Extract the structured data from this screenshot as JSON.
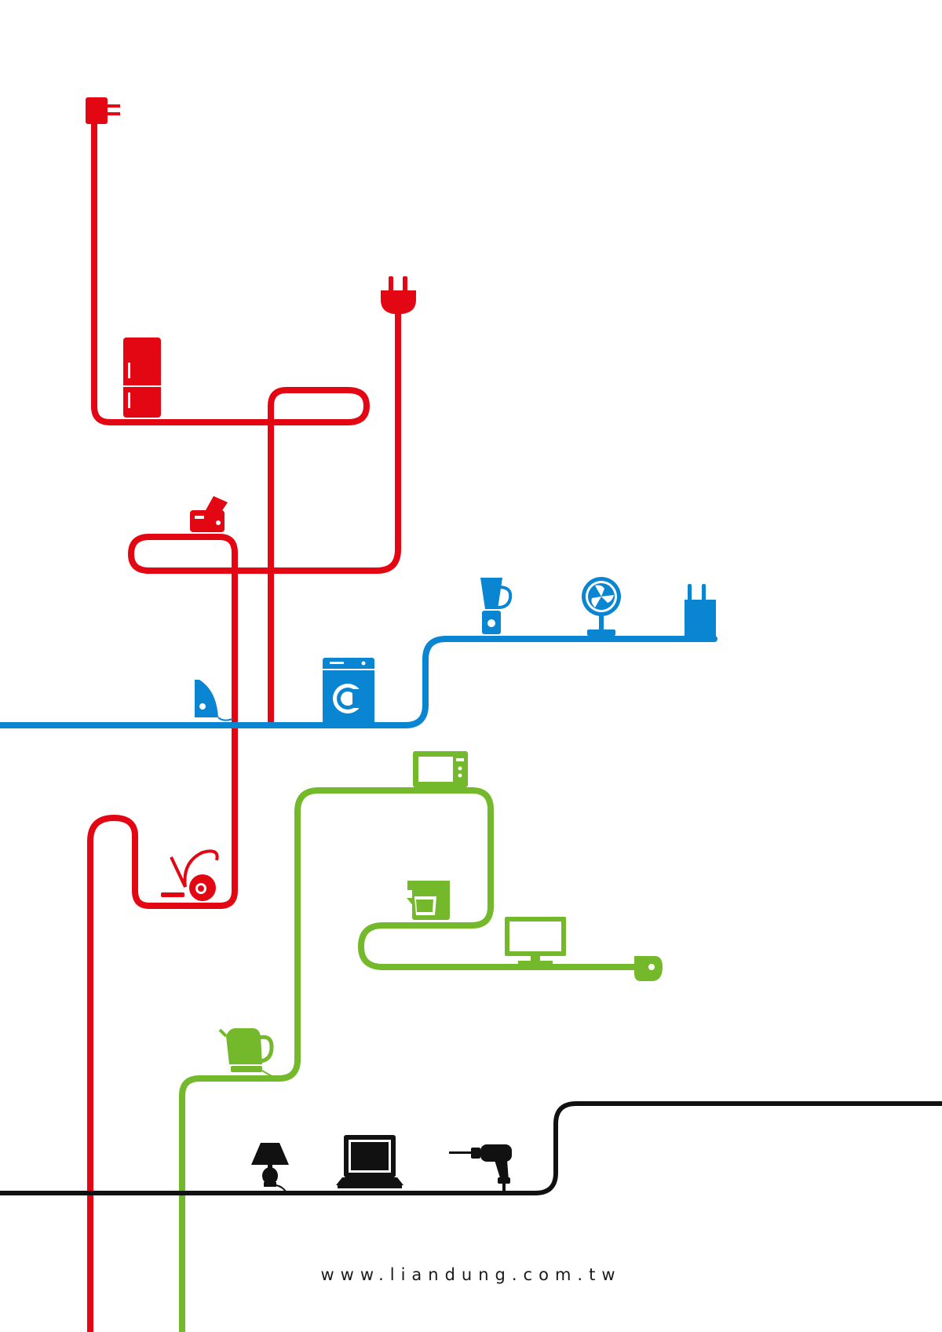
{
  "footer": {
    "website": "www.liandung.com.tw"
  },
  "colors": {
    "red": "#e30613",
    "blue": "#0a85d1",
    "green": "#74b92b",
    "black": "#111111",
    "background": "#ffffff"
  },
  "cords": [
    {
      "name": "red-cord",
      "color": "red",
      "appliances": [
        "wall-plug-icon",
        "refrigerator-icon",
        "plug-icon",
        "toaster-icon",
        "vacuum-cleaner-icon"
      ]
    },
    {
      "name": "blue-cord",
      "color": "blue",
      "appliances": [
        "iron-icon",
        "washing-machine-icon",
        "blender-icon",
        "fan-icon",
        "wall-plug-icon"
      ]
    },
    {
      "name": "green-cord",
      "color": "green",
      "appliances": [
        "microwave-icon",
        "coffee-maker-icon",
        "monitor-icon",
        "plug-icon",
        "kettle-icon"
      ]
    },
    {
      "name": "black-cord",
      "color": "black",
      "appliances": [
        "lamp-icon",
        "laptop-icon",
        "drill-icon"
      ]
    }
  ]
}
